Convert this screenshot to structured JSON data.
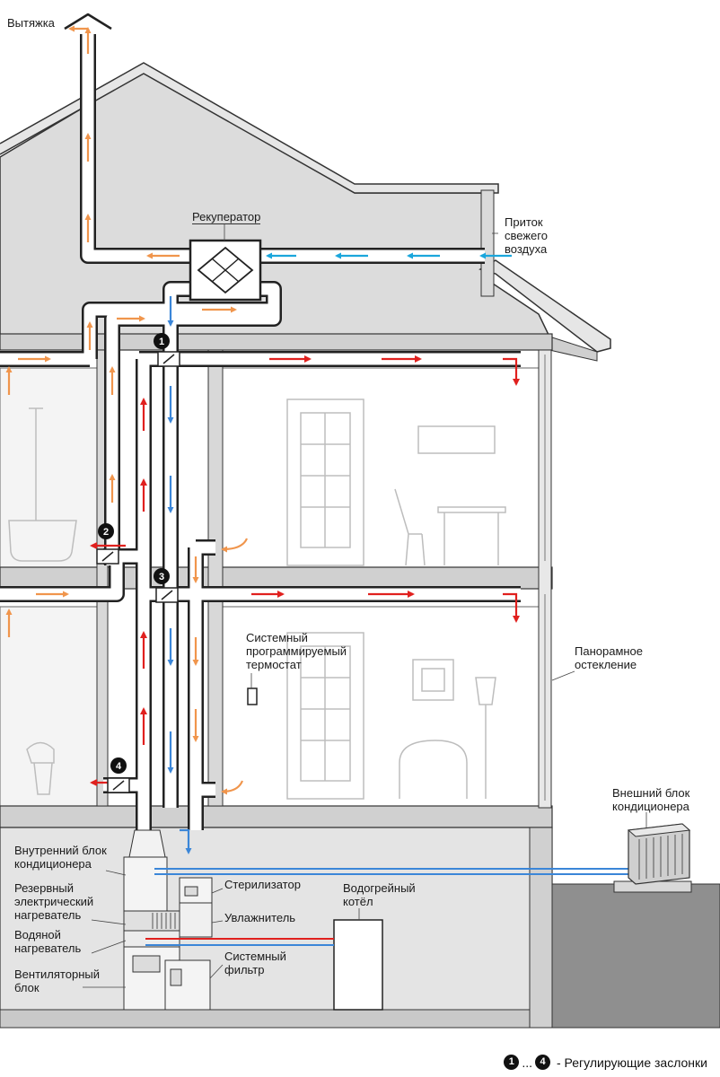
{
  "labels": {
    "exhaust": "Вытяжка",
    "recuperator": "Рекуператор",
    "fresh_air": "Приток\nсвежего\nвоздуха",
    "thermostat": "Системный\nпрограммируемый\nтермостат",
    "panoramic": "Панорамное\nостекление",
    "outdoor_unit": "Внешний блок\nкондиционера",
    "indoor_unit": "Внутренний блок\nкондиционера",
    "backup_heater": "Резервный\nэлектрический\nнагреватель",
    "water_heater": "Водяной\nнагреватель",
    "fan_unit": "Вентиляторный\nблок",
    "sterilizer": "Стерилизатор",
    "humidifier": "Увлажнитель",
    "system_filter": "Системный\nфильтр",
    "boiler": "Водогрейный\nкотёл"
  },
  "dampers": [
    "1",
    "2",
    "3",
    "4"
  ],
  "legend": {
    "first": "1",
    "dots": "...",
    "last": "4",
    "text": "- Регулирующие заслонки"
  },
  "colors": {
    "supply_warm": "#e0201e",
    "exhaust_air": "#f0954c",
    "cold_return": "#3b86d8",
    "fresh_intake": "#1aa6dc",
    "wall": "#d8d8d8",
    "outline": "#222222"
  }
}
